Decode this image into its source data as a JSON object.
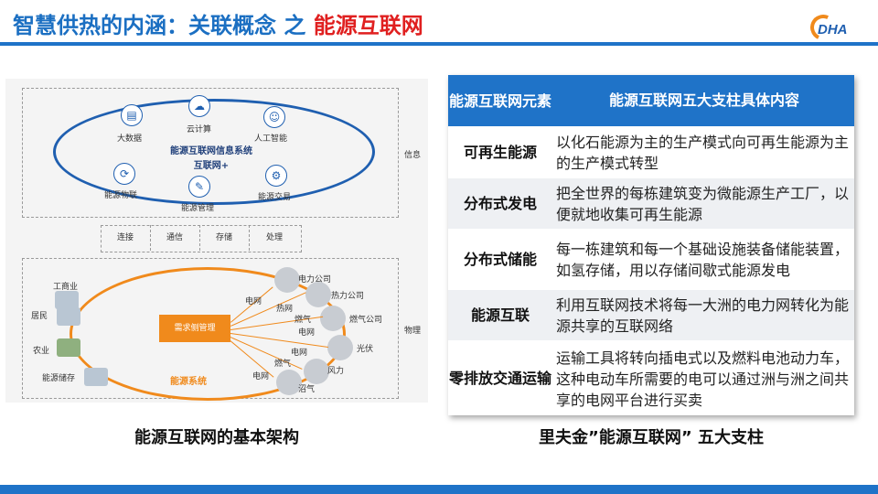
{
  "header": {
    "title_main": "智慧供热的内涵：关联概念 之",
    "title_accent": "能源互联网",
    "logo_text": "DHA"
  },
  "diagram": {
    "info_nodes": [
      "大数据",
      "云计算",
      "人工智能",
      "能源物联",
      "能源管理",
      "能源交易"
    ],
    "center_title": "能源互联网信息系统",
    "center_sub": "互联网+",
    "side_info": "信息",
    "side_physical": "物理",
    "mid_boxes": [
      "连接",
      "通信",
      "存储",
      "处理"
    ],
    "left_nodes": [
      "工商业",
      "居民",
      "农业",
      "能源储存"
    ],
    "right_nodes": [
      "电力公司",
      "热力公司",
      "燃气公司",
      "光伏",
      "风力",
      "沼气"
    ],
    "line_labels": [
      "电网",
      "热网",
      "燃气",
      "电网",
      "电网",
      "燃气",
      "电网"
    ],
    "center_box": "需求侧管理",
    "system_label": "能源系统",
    "caption": "能源互联网的基本架构"
  },
  "table": {
    "header_col1": "能源互联网元素",
    "header_col2": "能源互联网五大支柱具体内容",
    "rows": [
      {
        "key": "可再生能源",
        "value": "以化石能源为主的生产模式向可再生能源为主的生产模式转型"
      },
      {
        "key": "分布式发电",
        "value": "把全世界的每栋建筑变为微能源生产工厂，以便就地收集可再生能源"
      },
      {
        "key": "分布式储能",
        "value": "每一栋建筑和每一个基础设施装备储能装置，如氢存储，用以存储间歇式能源发电"
      },
      {
        "key": "能源互联",
        "value": "利用互联网技术将每一大洲的电力网转化为能源共享的互联网络"
      },
      {
        "key": "零排放交通运输",
        "value": "运输工具将转向插电式以及燃料电池动力车，这种电动车所需要的电可以通过洲与洲之间共享的电网平台进行买卖"
      }
    ],
    "caption": "里夫金”能源互联网” 五大支柱"
  },
  "colors": {
    "brand_blue": "#1f73c8",
    "accent_red": "#e02020",
    "accent_orange": "#f08a1c"
  }
}
